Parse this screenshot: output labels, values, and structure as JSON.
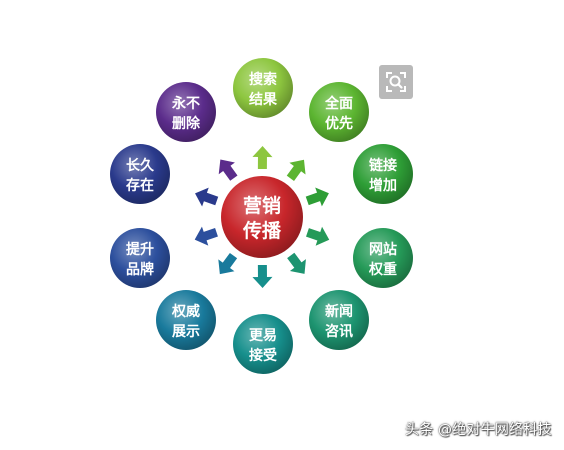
{
  "center": {
    "line1": "营销",
    "line2": "传播",
    "color": "#c8262b"
  },
  "nodes": [
    {
      "id": "search-results",
      "line1": "搜索",
      "line2": "结果",
      "color": "#8dc63f"
    },
    {
      "id": "comprehensive-first",
      "line1": "全面",
      "line2": "优先",
      "color": "#5cb531"
    },
    {
      "id": "links-increase",
      "line1": "链接",
      "line2": "增加",
      "color": "#2e9e36"
    },
    {
      "id": "website-weight",
      "line1": "网站",
      "line2": "权重",
      "color": "#259a58"
    },
    {
      "id": "news-info",
      "line1": "新闻",
      "line2": "咨讯",
      "color": "#1d9470"
    },
    {
      "id": "easier-accept",
      "line1": "更易",
      "line2": "接受",
      "color": "#168f8c"
    },
    {
      "id": "authority-display",
      "line1": "权威",
      "line2": "展示",
      "color": "#197a9c"
    },
    {
      "id": "brand-boost",
      "line1": "提升",
      "line2": "品牌",
      "color": "#2c4f9d"
    },
    {
      "id": "long-exist",
      "line1": "长久",
      "line2": "存在",
      "color": "#2a3a8c"
    },
    {
      "id": "never-delete",
      "line1": "永不",
      "line2": "删除",
      "color": "#5b2c8b"
    }
  ],
  "zoom_icon": "zoom-search-icon",
  "watermark": "头条 @绝对牛网络科技"
}
